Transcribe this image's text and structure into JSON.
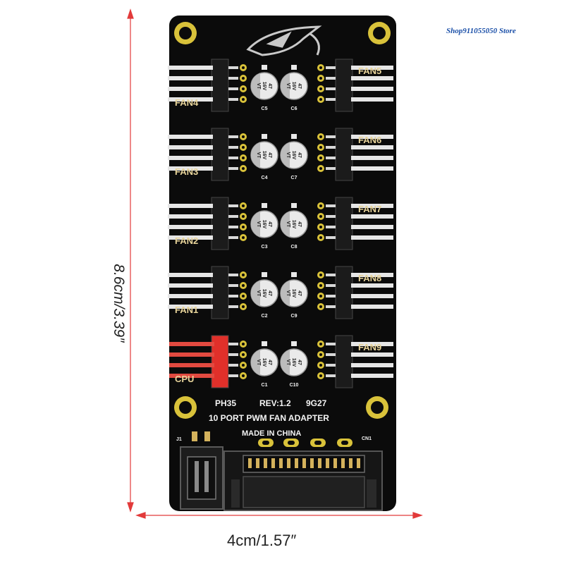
{
  "watermark": "Shop911055050 Store",
  "dimensions": {
    "height": "8.6cm/3.39″",
    "width": "4cm/1.57″"
  },
  "board": {
    "color": "#0b0b0b",
    "ports_left": [
      "FAN4",
      "FAN3",
      "FAN2",
      "FAN1",
      "CPU"
    ],
    "ports_right": [
      "FAN5",
      "FAN6",
      "FAN7",
      "FAN8",
      "FAN9"
    ],
    "caps_left": [
      "C5",
      "C4",
      "C3",
      "C2",
      "C1"
    ],
    "caps_right": [
      "C6",
      "C7",
      "C8",
      "C9",
      "C10"
    ],
    "cap_marking": [
      "47",
      "16V",
      "VT"
    ],
    "model_line": [
      "PH35",
      "REV:1.2",
      "9G27"
    ],
    "title": "10 PORT PWM FAN ADAPTER",
    "origin": "MADE IN CHINA",
    "connector_left_label": "J1",
    "connector_right_label": "CN1",
    "cpu_header_color": "#e0302a",
    "arrow_color": "#e23a3a"
  }
}
